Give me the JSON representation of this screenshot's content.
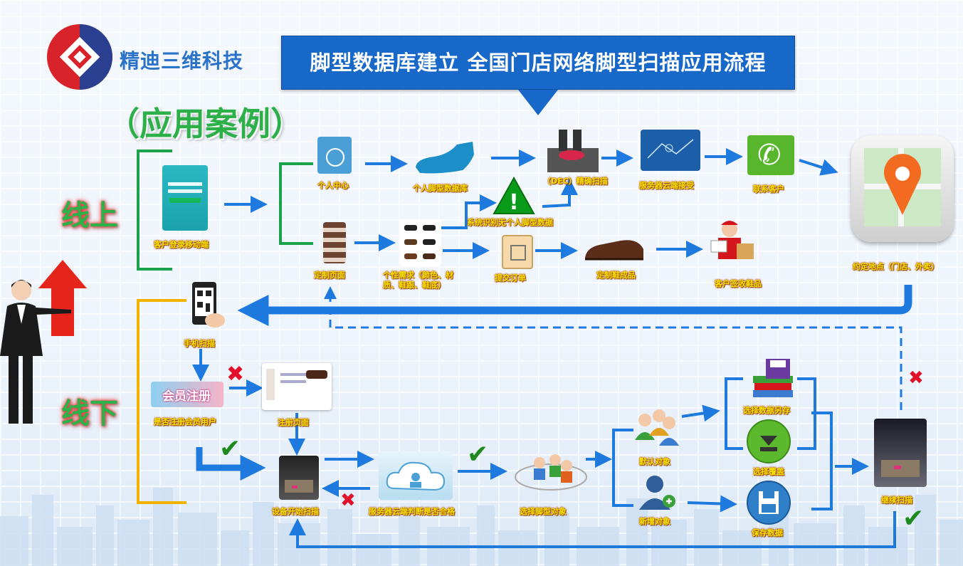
{
  "header": {
    "company_name": "精迪三维科技",
    "banner_title": "脚型数据库建立  全国门店网络脚型扫描应用流程",
    "subtitle": "（应用案例）"
  },
  "sections": {
    "online": "线上",
    "offline": "线下"
  },
  "online_nodes": {
    "login": "客户登录移动端",
    "personal_center": "个人中心",
    "personal_db": "个人脚型数据库",
    "dec_scan": "（DEC）精确扫描",
    "cloud_receive": "服务器云端接受",
    "contact_customer": "联系客户",
    "no_data": "系统识别无个人脚型数据",
    "custom_page": "定制页面",
    "personal_need": "个性需求（颜色、材质、鞋跟、鞋底）",
    "submit_order": "提交订单",
    "finished_shoes": "定制鞋成品",
    "customer_receive": "客户签收鞋品",
    "fixed_point": "约定地点（门店、外卖）"
  },
  "offline_nodes": {
    "phone_scan": "手机扫描",
    "member_check": "是否注册会员用户",
    "member_badge": "会员注册",
    "register_page": "注册页面",
    "device_start": "设备开始扫描",
    "cloud_judge": "服务器云端判断是否合格",
    "select_object": "选择脚型对象",
    "default_object": "默认对象",
    "new_object": "新增对象",
    "save_as": "选择数据另存",
    "select_cover": "选择覆盖",
    "save_data": "保存数据",
    "continue_scan": "继续扫描"
  },
  "colors": {
    "arrow": "#1f7ae0",
    "banner": "#1768c8",
    "online_bracket": "#1aa34a",
    "offline_bracket": "#f2b300",
    "label": "#f4e500",
    "cross": "#e2102a",
    "check": "#1e8a1e"
  }
}
